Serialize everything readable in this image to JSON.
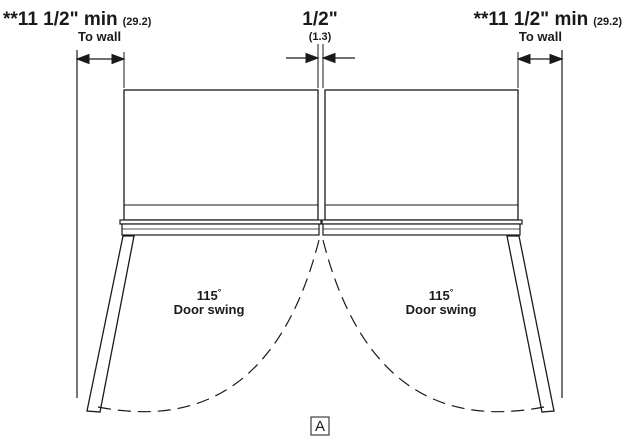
{
  "dimensions": {
    "left": {
      "prefix": "**",
      "value": "11 1/2\" min",
      "metric": "(29.2)",
      "note": "To wall"
    },
    "center": {
      "value": "1/2\"",
      "metric": "(1.3)"
    },
    "right": {
      "prefix": "**",
      "value": "11 1/2\" min",
      "metric": "(29.2)",
      "note": "To wall"
    }
  },
  "swing": {
    "left": {
      "angle": "115",
      "degree_mark": "°",
      "label": "Door swing"
    },
    "right": {
      "angle": "115",
      "degree_mark": "°",
      "label": "Door swing"
    }
  },
  "view_marker": "A",
  "colors": {
    "ink": "#1a1a1a",
    "fill": "#ffffff"
  }
}
